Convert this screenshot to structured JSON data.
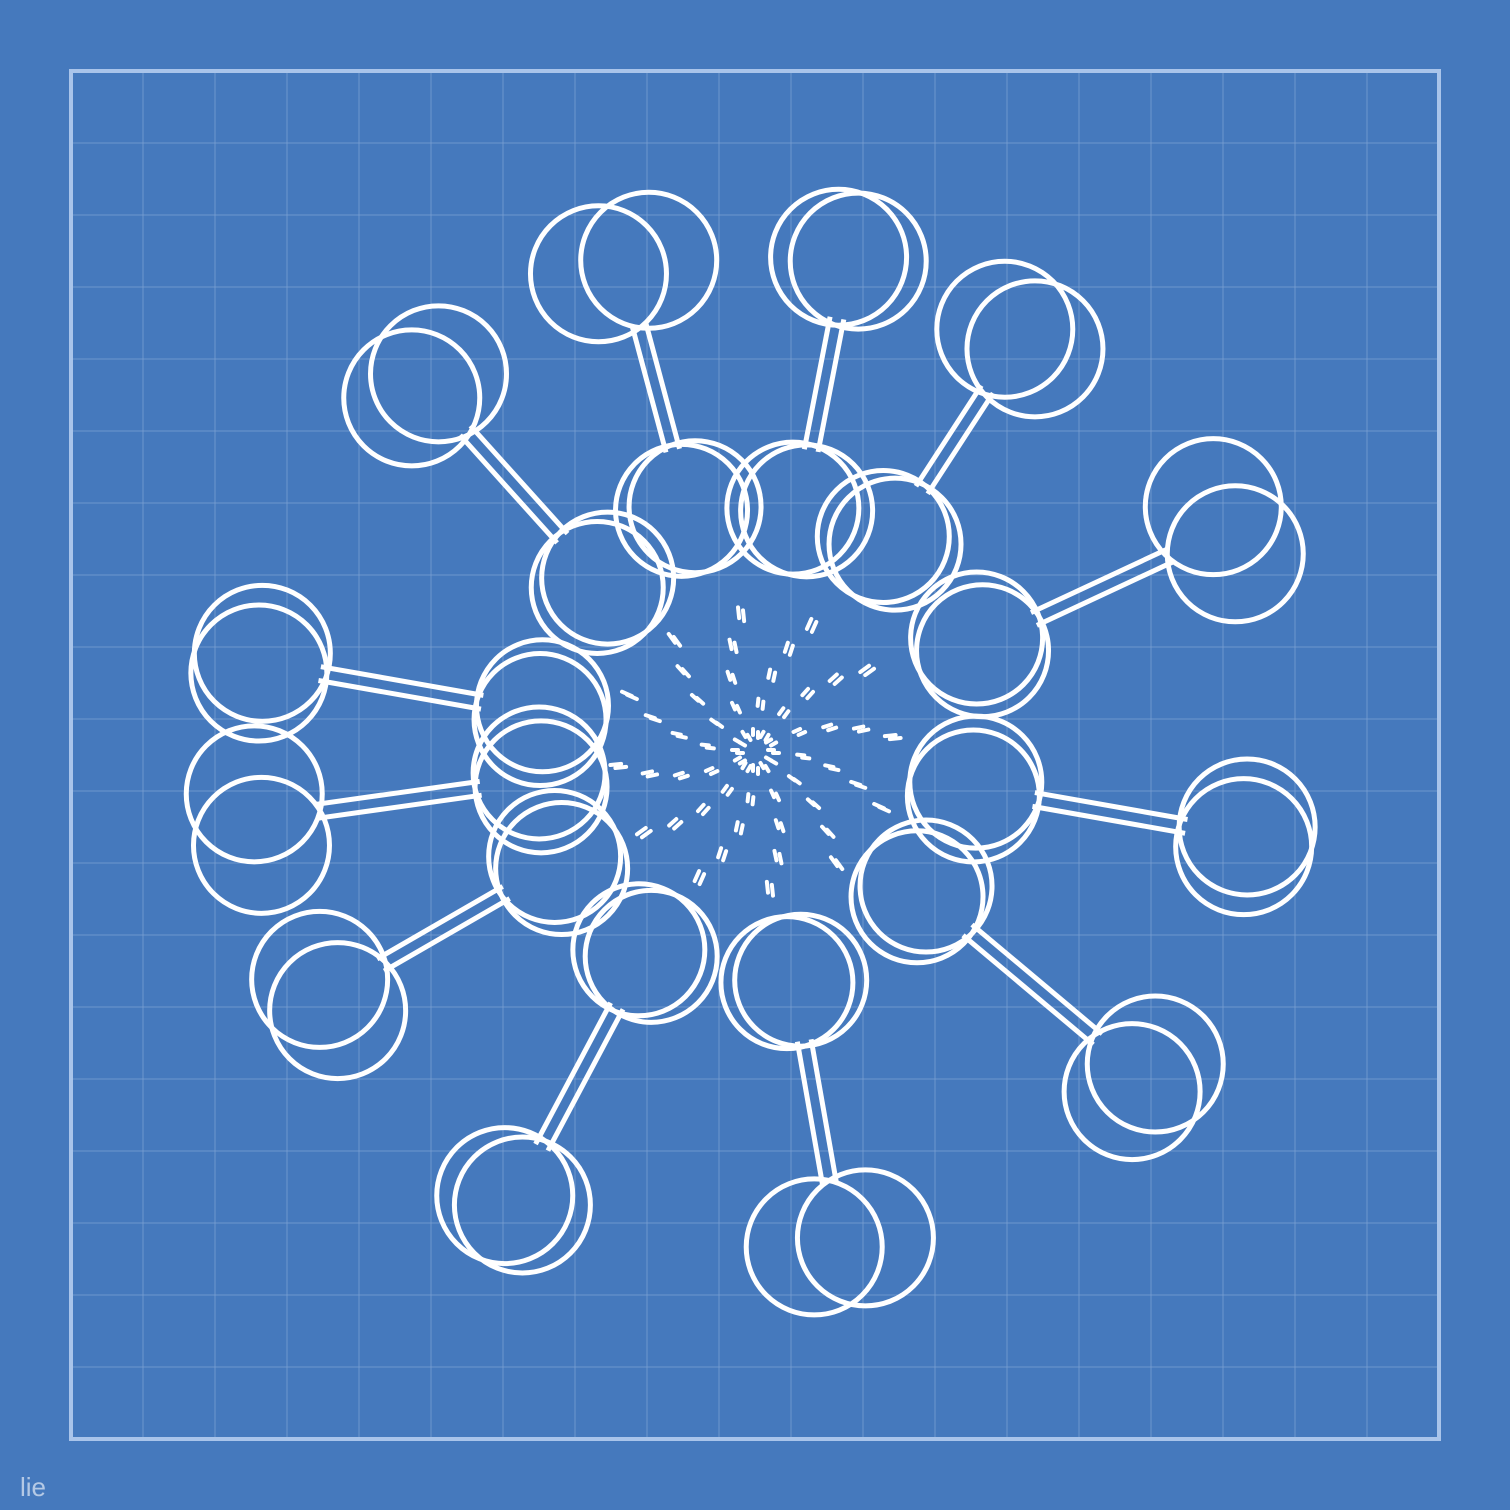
{
  "caption": "lie",
  "colors": {
    "background": "#4579bd",
    "stroke": "#ffffff",
    "frame": "#a9c4ea",
    "grid": "#7fa3d4"
  },
  "diagram": {
    "type": "radial-molecule",
    "spoke_count": 12,
    "ring_node_count": 12,
    "overlapping_copies_per_node": 2,
    "dash_rings": 5
  }
}
